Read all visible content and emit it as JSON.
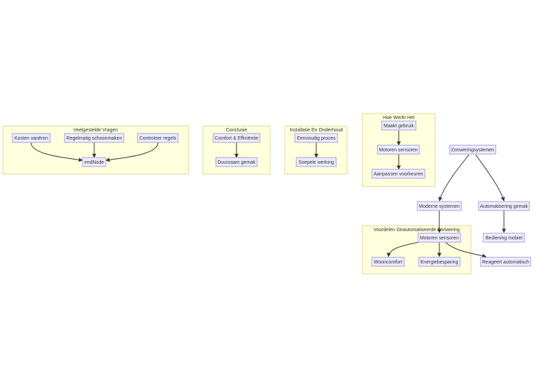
{
  "clusters": {
    "faq": "Veelgestelde Vragen",
    "conclusie": "Conclusie",
    "installatie": "Installatie En Onderhoud",
    "hoe_werkt": "Hoe Werkt Het",
    "voordelen": "Voordelen Geautomatiseerde Zonwering"
  },
  "nodes": {
    "kosten": "Kosten variëren",
    "schoonmaken": "Regelmatig schoonmaken",
    "controleer": "Controleer regels",
    "endnode": "endNode",
    "comfort": "Comfort & Efficiëntie",
    "duurzaam": "Duurzaam gemak",
    "eenvoudig": "Eenvoudig proces",
    "soepele": "Soepele werking",
    "maakt": "Maakt gebruik",
    "motoren_hoe": "Motoren sensoren",
    "aanpassen": "Aanpassen voorkeuren",
    "zonwering": "Zonweringsystemen",
    "moderne": "Moderne systemen",
    "automatisering": "Automatisering gemak",
    "bediening": "Bediening mobiel",
    "motoren_voordelen": "Motoren sensoren",
    "wooncomfort": "Wooncomfort",
    "energie": "Energiebesparing",
    "reageert": "Reageert automatisch"
  }
}
